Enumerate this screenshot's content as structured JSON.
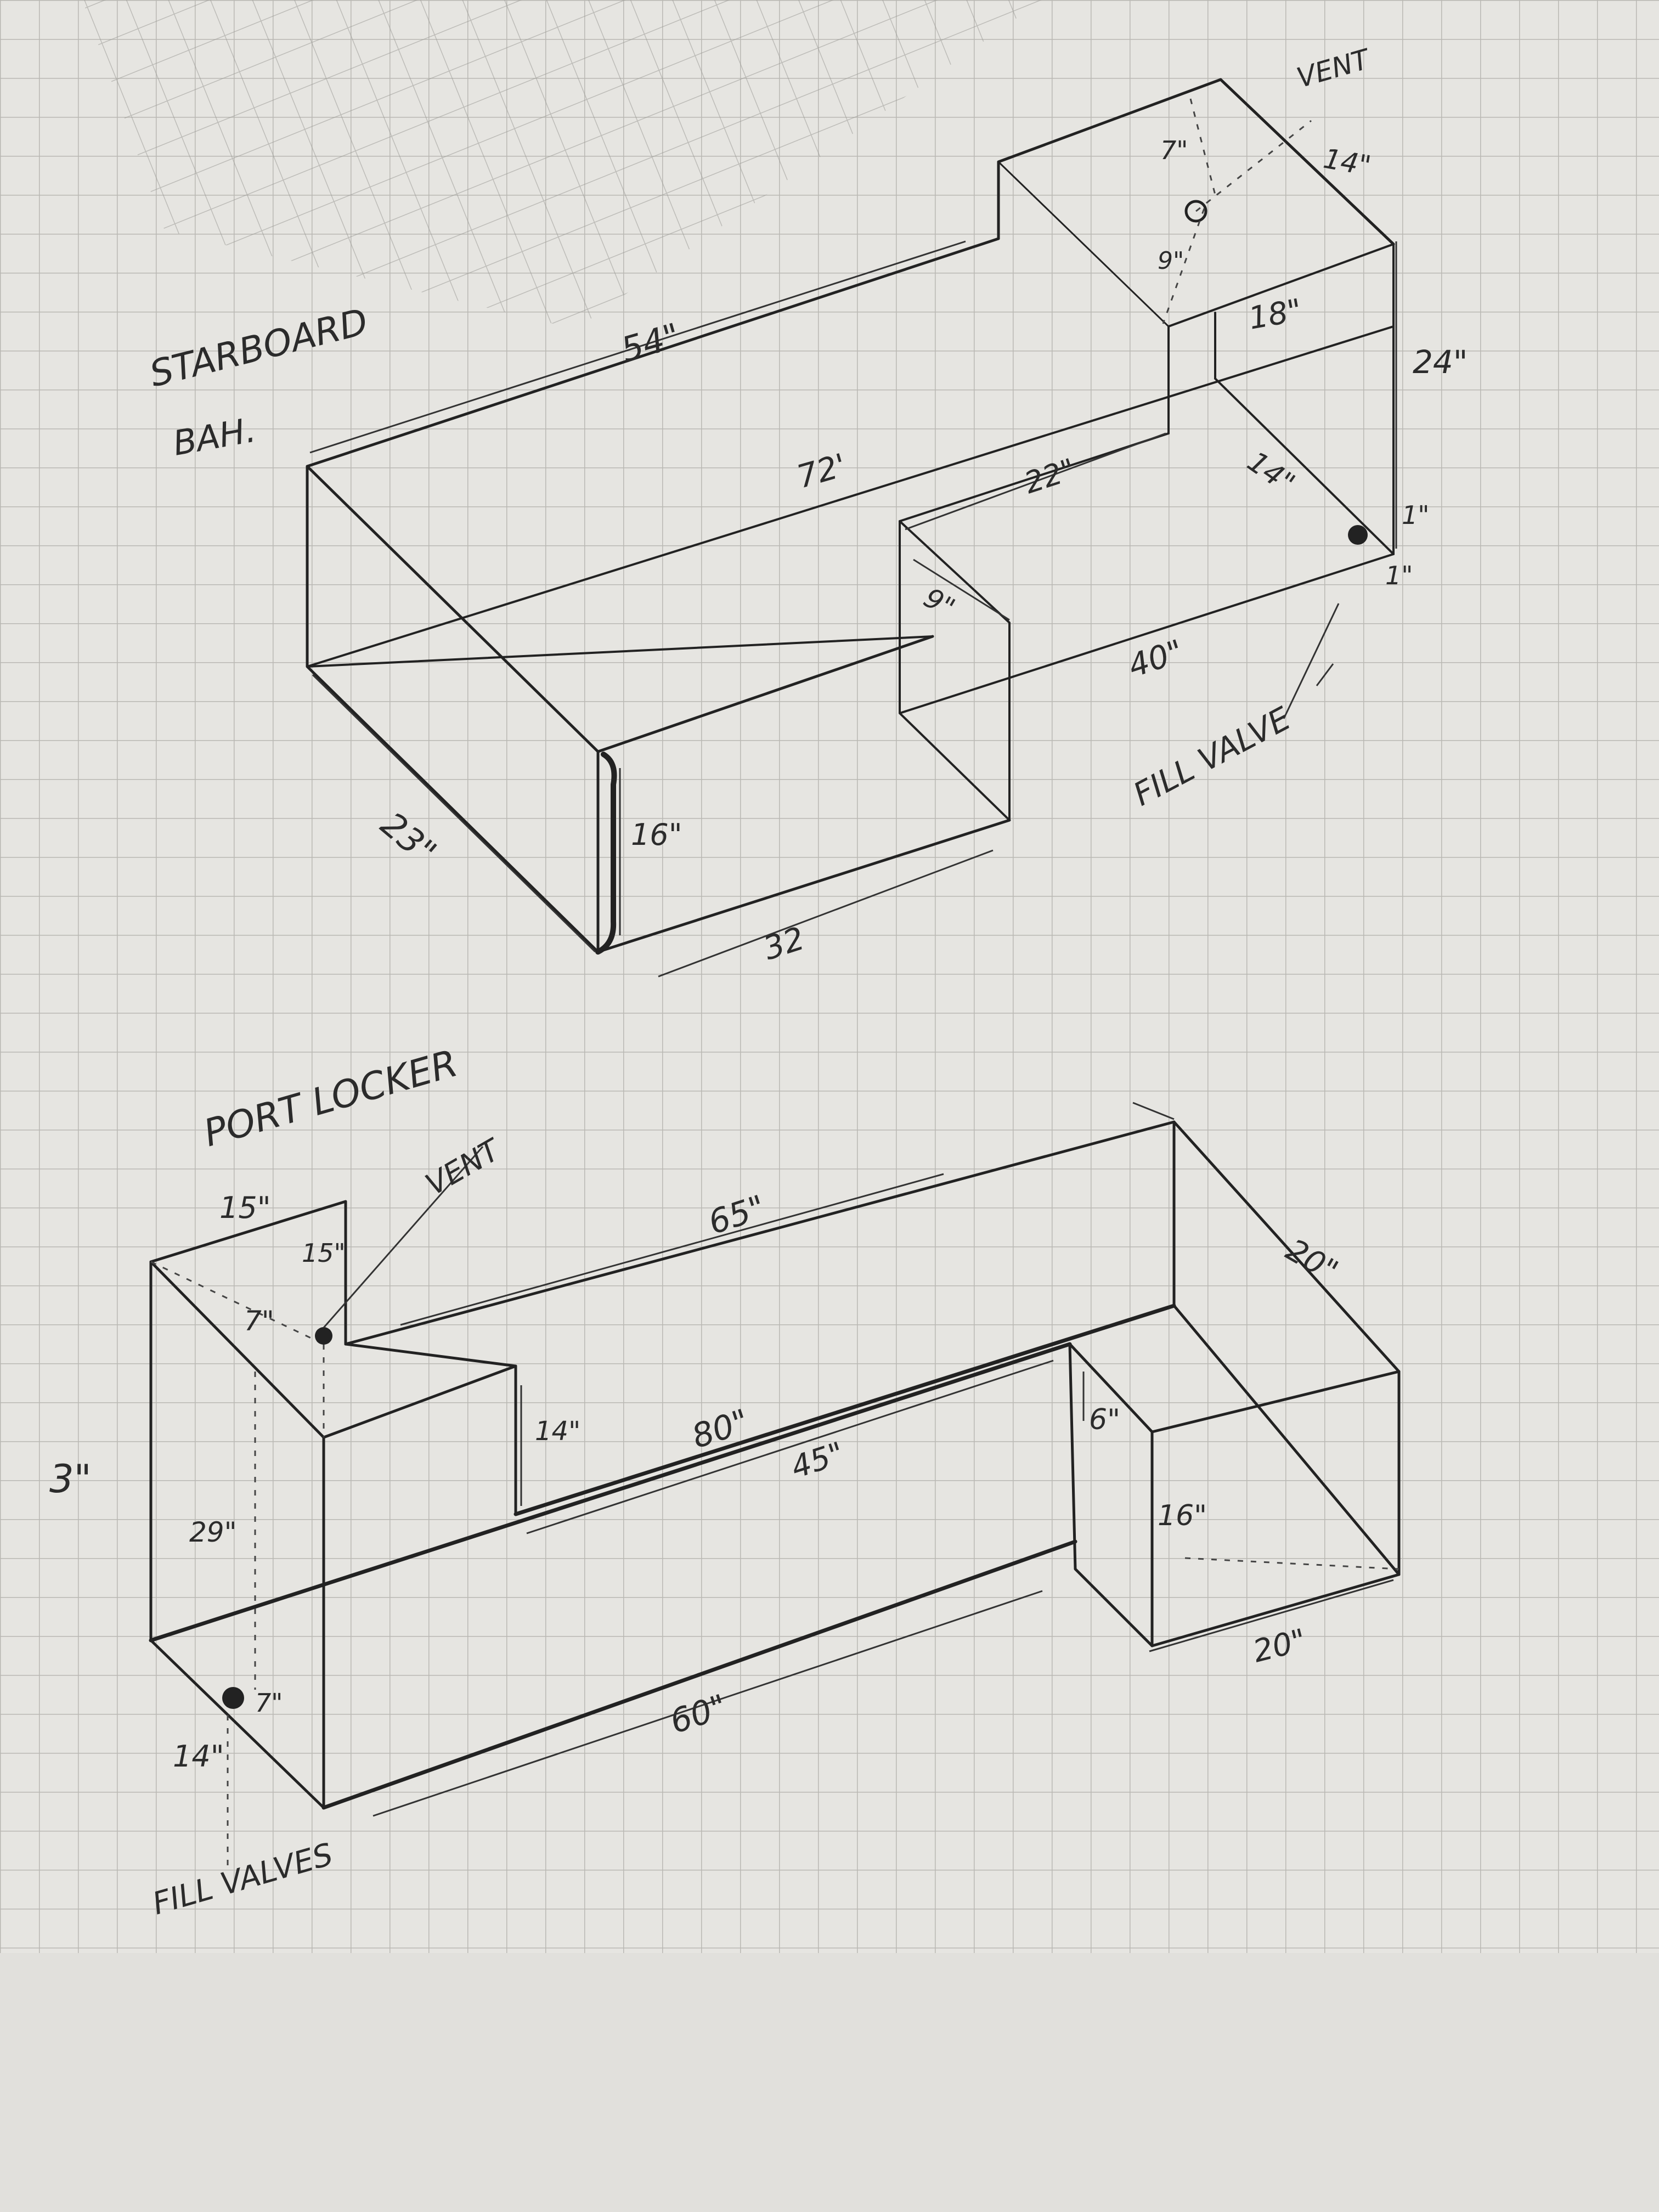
{
  "starboard": {
    "title_line1": "STARBOARD",
    "title_line2": "BAH.",
    "dims": {
      "d54": "54\"",
      "d72": "72'",
      "d23": "23\"",
      "d16": "16\"",
      "d32": "32",
      "d22": "22\"",
      "d9a": "9\"",
      "d40": "40\"",
      "d7": "7\"",
      "d14a": "14\"",
      "d9b": "9\"",
      "d18": "18\"",
      "d24": "24\"",
      "d14b": "14\"",
      "d1a": "1\"",
      "d1b": "1\""
    },
    "vent": "VENT",
    "fill_valve": "FILL VALVE"
  },
  "port": {
    "title": "PORT LOCKER",
    "vent": "VENT",
    "fill_valves": "FILL VALVES",
    "dims": {
      "d15a": "15\"",
      "d15b": "15\"",
      "d7a": "7\"",
      "d65": "65\"",
      "d20a": "20\"",
      "d3": "3\"",
      "d29": "29\"",
      "d14a": "14\"",
      "d80": "80\"",
      "d45": "45\"",
      "d6": "6\"",
      "d16": "16\"",
      "d20b": "20\"",
      "d7b": "7\"",
      "d14b": "14\"",
      "d60": "60\""
    }
  }
}
